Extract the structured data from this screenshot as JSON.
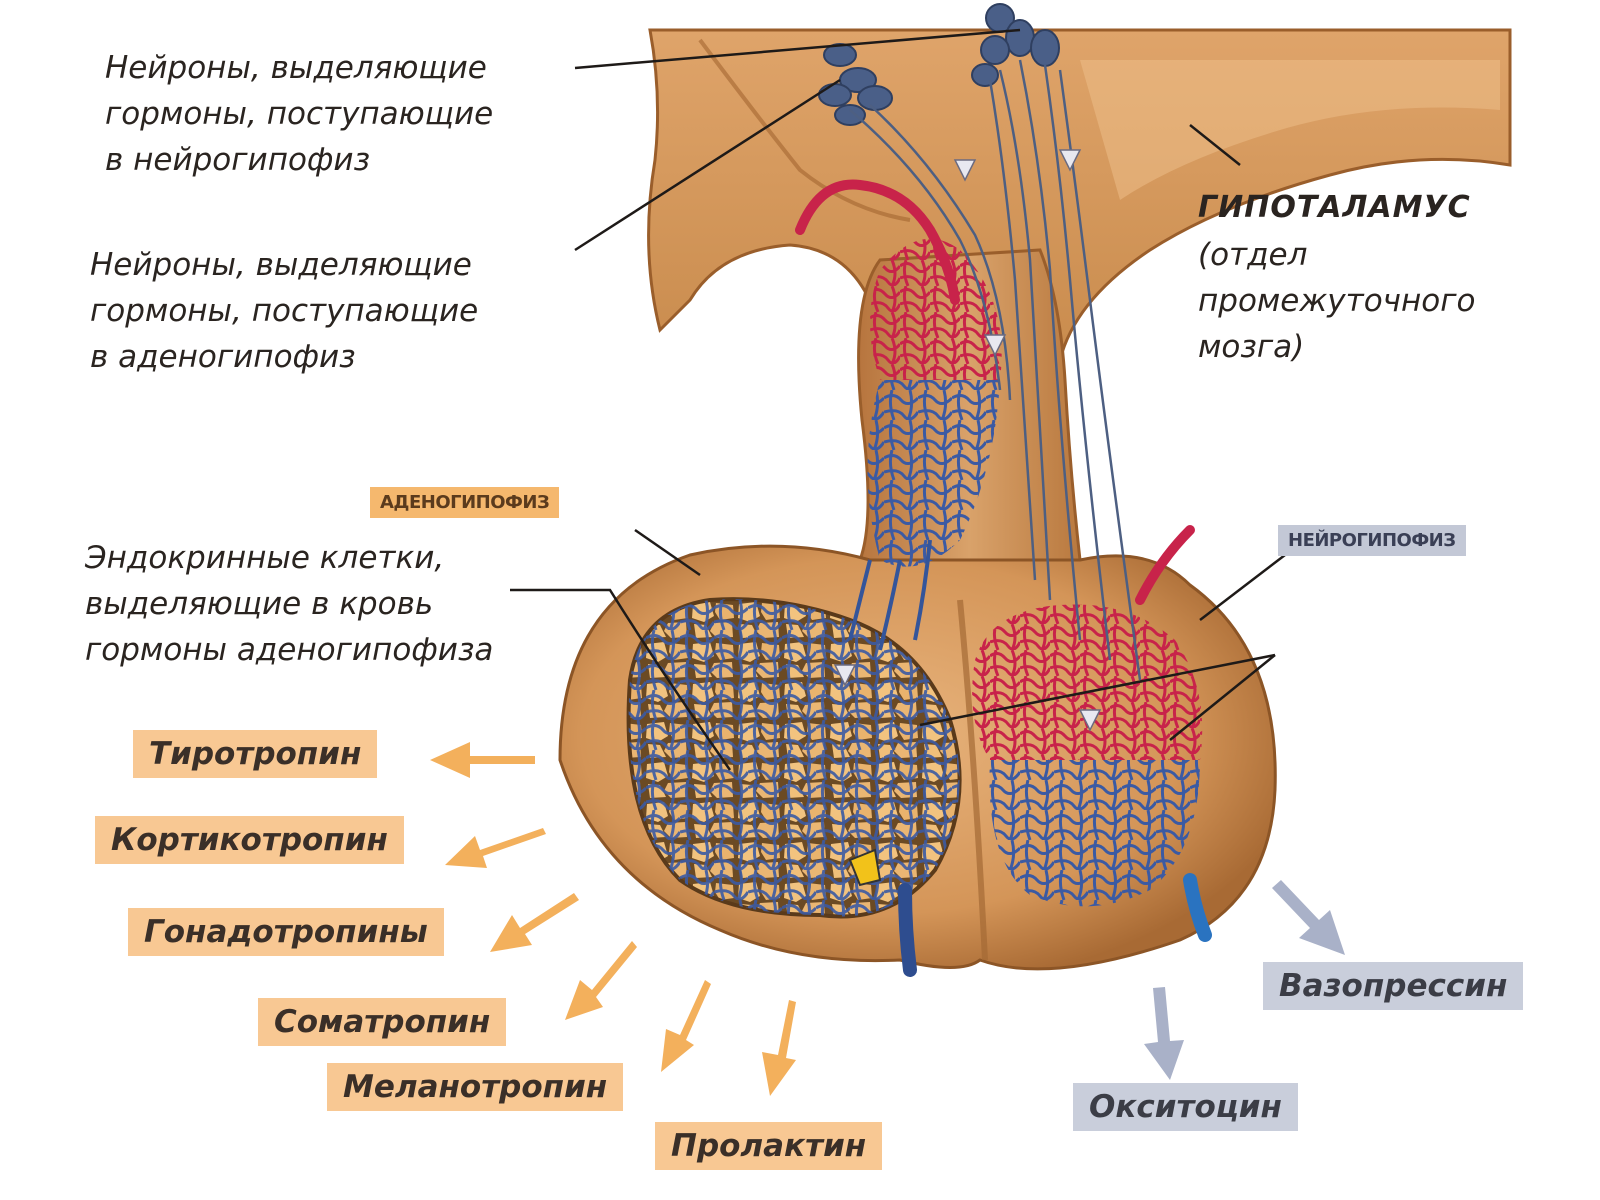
{
  "labels": {
    "neurons_to_posterior": [
      "Нейроны, выделяющие",
      "гормоны, поступающие",
      "в нейрогипофиз"
    ],
    "neurons_to_anterior": [
      "Нейроны, выделяющие",
      "гормоны, поступающие",
      "в аденогипофиз"
    ],
    "hypothalamus_title": "ГИПОТАЛАМУС",
    "hypothalamus_note": [
      "(отдел",
      "промежуточного",
      "мозга)"
    ],
    "endocrine_cells": [
      "Эндокринные клетки,",
      "выделяющие в кровь",
      "гормоны аденогипофиза"
    ],
    "adenohypophysis_tag": "АДЕНОГИПОФИЗ",
    "neurohypophysis_tag": "НЕЙРОГИПОФИЗ"
  },
  "anterior_hormones": [
    "Тиротропин",
    "Кортикотропин",
    "Гонадотропины",
    "Соматропин",
    "Меланотропин",
    "Пролактин"
  ],
  "posterior_hormones": [
    "Вазопрессин",
    "Окситоцин"
  ],
  "colors": {
    "tissue": "#d9a06a",
    "tissue_dark": "#b9773f",
    "tissue_light": "#ecc08f",
    "vein": "#3a5a9e",
    "artery": "#c8234a",
    "anterior_box": "#f8c893",
    "posterior_box": "#c9cedb",
    "anterior_arrow": "#f3b05c",
    "posterior_arrow": "#a9b1c8"
  }
}
